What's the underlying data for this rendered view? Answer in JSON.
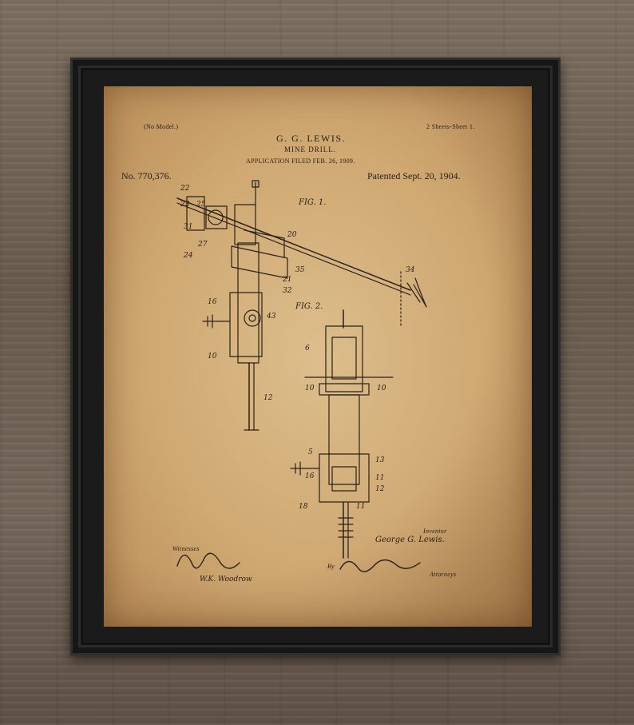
{
  "patent": {
    "model_note": "(No Model.)",
    "sheets": "2 Sheets-Sheet 1.",
    "inventor_name": "G. G. LEWIS.",
    "title": "MINE DRILL.",
    "application": "APPLICATION FILED FEB. 26, 1909.",
    "number": "No. 770,376.",
    "patented": "Patented Sept. 20, 1904.",
    "fig1_label": "FIG. 1.",
    "fig2_label": "FIG. 2.",
    "witnesses_label": "Witnesses",
    "inventor_label": "Inventor",
    "inventor_signature": "George G. Lewis.",
    "by_label": "By",
    "attorney_label": "Attorneys",
    "witness2": "W.K. Woodrow"
  },
  "colors": {
    "ink": "#2a2118",
    "paper": "#d6b47f",
    "frame": "#1b1b1b"
  }
}
